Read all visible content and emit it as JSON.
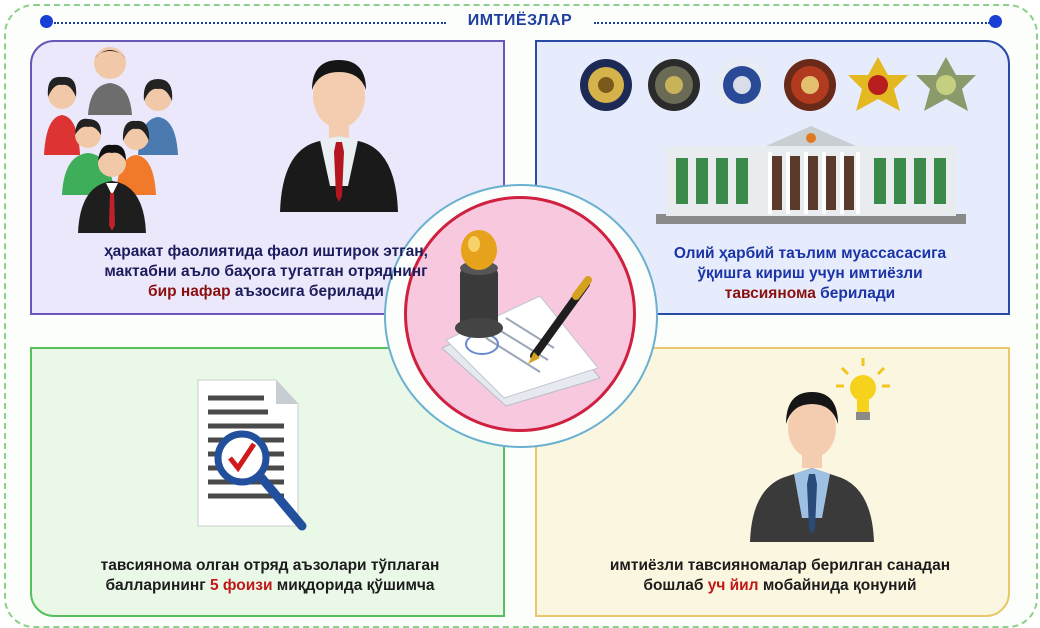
{
  "header": {
    "title": "ИМТИЁЗЛАР"
  },
  "top_left": {
    "line1": "ҳаракат фаолиятида фаол иштирок этган,",
    "line2": "мактабни аъло баҳога тугатган отряднинг",
    "line3_highlight": "бир нафар",
    "line3_rest": " аъзосига берилади"
  },
  "top_right": {
    "line1": "Олий ҳарбий таълим муассасасига",
    "line2": "ўқишга кириш учун имтиёзли",
    "line3_highlight": "тавсиянома",
    "line3_rest": " берилади"
  },
  "bottom_left": {
    "line1": "тавсиянома олган отряд аъзолари тўплаган",
    "line2_start": "балларининг ",
    "line2_highlight": "5 фоизи",
    "line2_rest": " миқдорида қўшимча"
  },
  "bottom_right": {
    "line1": "имтиёзли тавсияномалар берилган санадан",
    "line2_start": "бошлаб ",
    "line2_highlight": "уч йил",
    "line2_rest": " мобайнида қонуний"
  },
  "colors": {
    "accent_red": "#c01818",
    "title_blue": "#1f3fa0"
  },
  "icons": [
    "group-people-icon",
    "businessman-icon",
    "emblem-icon",
    "building-icon",
    "stamp-document-icon",
    "checklist-magnifier-icon",
    "idea-person-icon",
    "lightbulb-icon"
  ]
}
